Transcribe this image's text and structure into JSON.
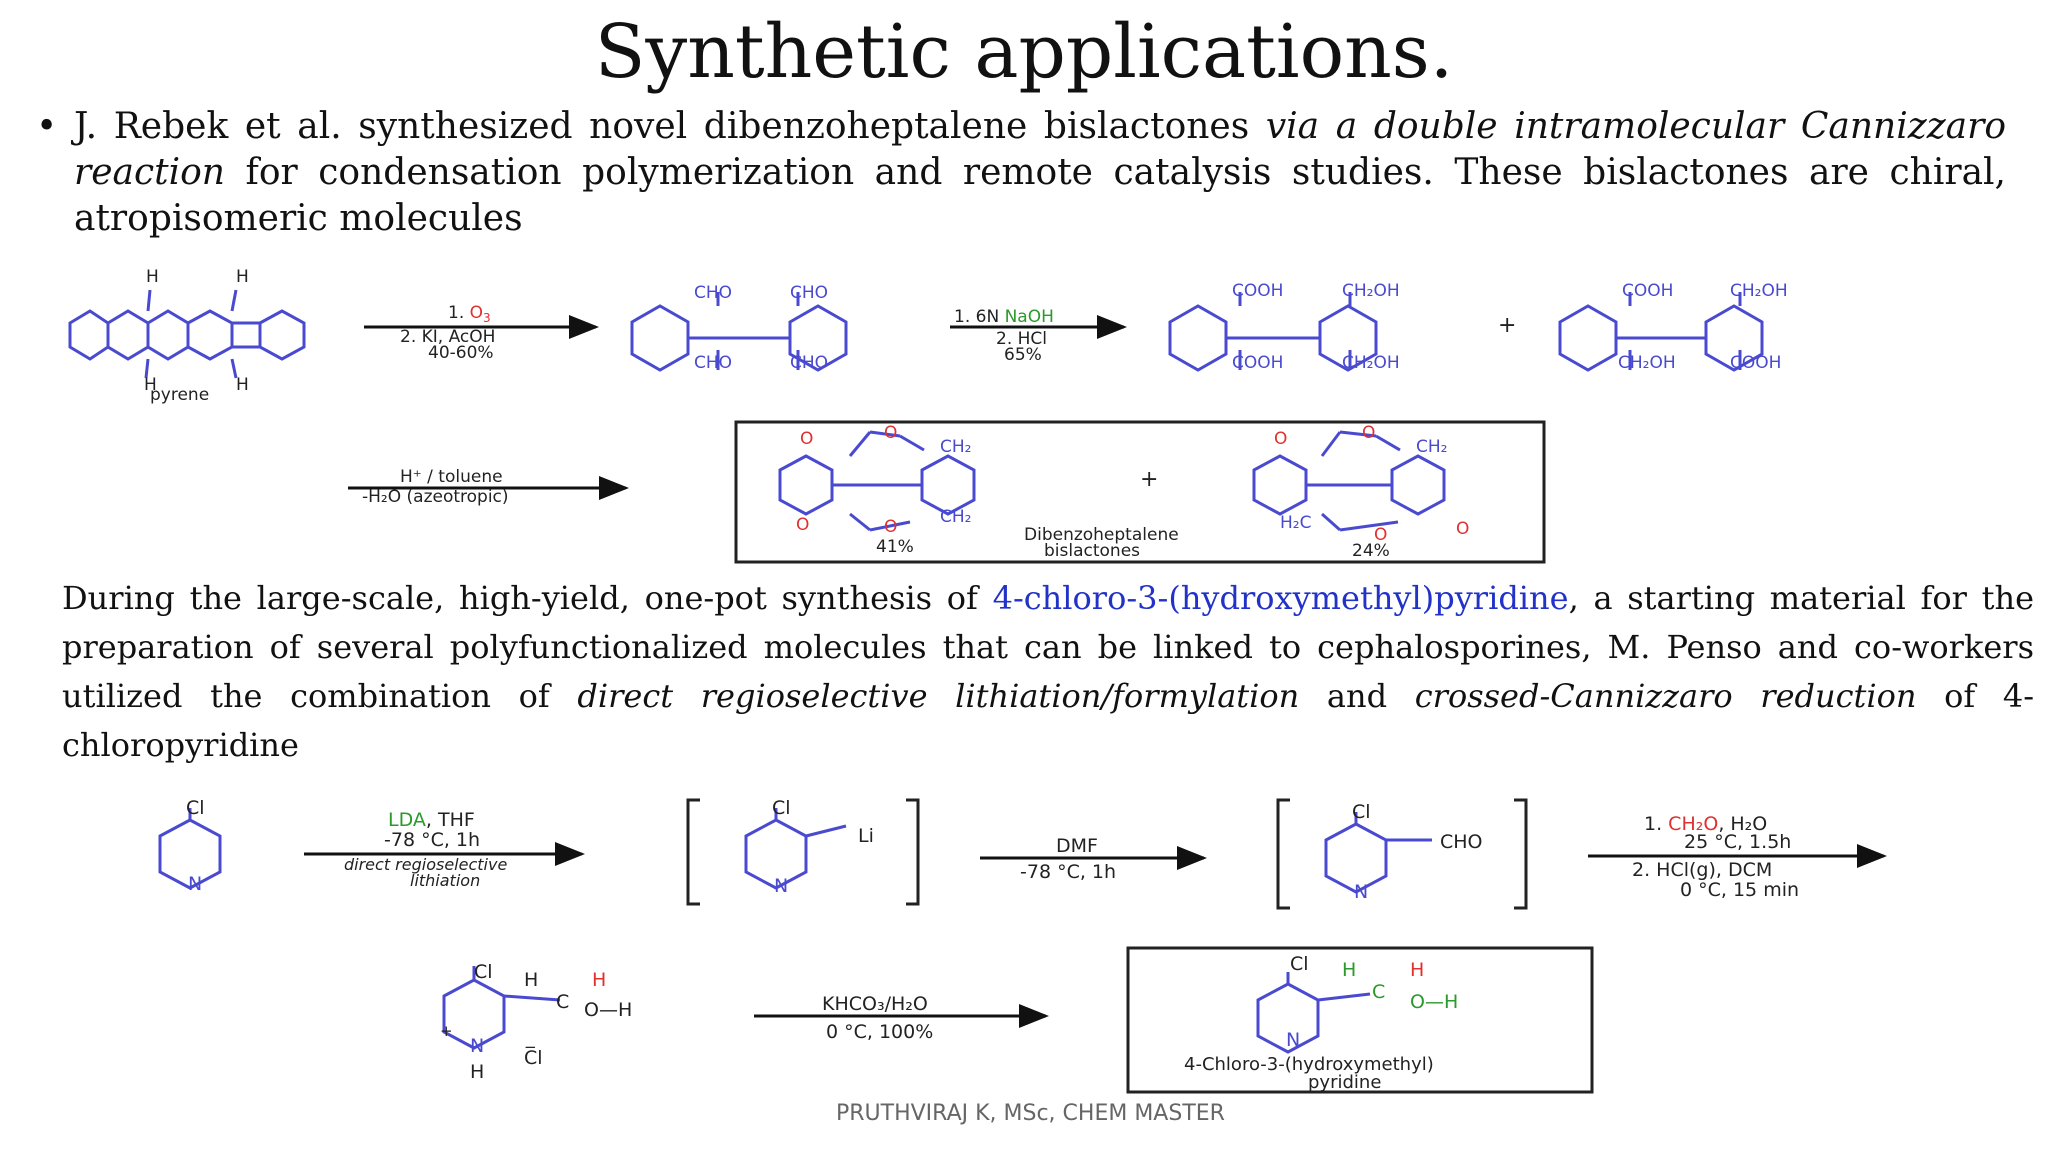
{
  "slide": {
    "title": "Synthetic applications.",
    "bullet": {
      "symbol": "•",
      "text_plain": "J. Rebek et al. synthesized novel dibenzoheptalene bislactones ",
      "text_italic": "via a double intramolecular Cannizzaro reaction",
      "text_rest": " for  condensation polymerization and remote catalysis studies. These bislactones are chiral, atropisomeric molecules"
    },
    "paragraph": {
      "p1": "During the large-scale, high-yield, one-pot synthesis of ",
      "link": "4-chloro-3-(hydroxymethyl)pyridine",
      "p2": ", a starting material for the preparation of several polyfunctionalized molecules that can be linked to cephalosporines, M. Penso and co-workers utilized the combination of ",
      "i1": "direct regioselective lithiation/formylation",
      "p3": " and ",
      "i2": "crossed-Cannizzaro reduction",
      "p4": " of 4-chloropyridine"
    },
    "footer": "PRUTHVIRAJ K, MSc, CHEM MASTER"
  },
  "scheme1": {
    "pyrene_label": "pyrene",
    "h": "H",
    "step1_line1_pre": "1. ",
    "step1_line1_reagent": "O",
    "step1_line1_sub": "3",
    "step1_line2": "2. KI, AcOH",
    "step1_line3": "40-60%",
    "cho": "CHO",
    "step2_line1_pre": "1. 6N ",
    "step2_line1_reagent": "NaOH",
    "step2_line2": "2. HCl",
    "step2_line3": "65%",
    "cooh": "COOH",
    "ch2oh": "CH₂OH",
    "plus": "+",
    "step3_line1": "H⁺ / toluene",
    "step3_line2": "-H₂O (azeotropic)",
    "o": "O",
    "ch2": "CH₂",
    "h2c": "H₂C",
    "yield_left": "41%",
    "yield_right": "24%",
    "box_label_line1": "Dibenzoheptalene",
    "box_label_line2": "bislactones"
  },
  "scheme2": {
    "cl": "Cl",
    "n": "N",
    "li": "Li",
    "cho": "CHO",
    "step1_l1_reagent": "LDA",
    "step1_l1_rest": ", THF",
    "step1_l2": "-78 °C, 1h",
    "step1_l3": "direct regioselective",
    "step1_l4": "lithiation",
    "step2_l1": "DMF",
    "step2_l2": "-78 °C, 1h",
    "step3_l1_pre": "1.  ",
    "step3_l1_reagent": "CH₂O",
    "step3_l1_rest": ", H₂O",
    "step3_l2": "25 °C, 1.5h",
    "step3_l3": "2.  HCl(g), DCM",
    "step3_l4": "0 °C, 15 min",
    "h": "H",
    "c": "C",
    "oh": "O—H",
    "plus_charge": "+",
    "minus_charge": "−",
    "step4_l1": "KHCO₃/H₂O",
    "step4_l2": "0 °C, 100%",
    "product_l1": "4-Chloro-3-(hydroxymethyl)",
    "product_l2": "pyridine"
  },
  "colors": {
    "text": "#111111",
    "structure": "#4a4ad0",
    "oxygen_red": "#e03030",
    "green": "#2a9a2a",
    "link_blue": "#2232c8"
  }
}
